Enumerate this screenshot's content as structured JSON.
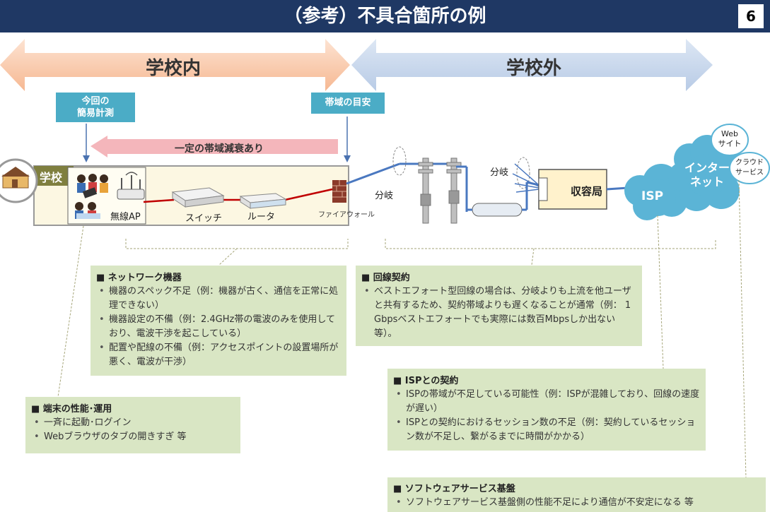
{
  "header": {
    "title": "（参考）不具合箇所の例",
    "page_number": "6"
  },
  "zones": {
    "inside": "学校内",
    "outside": "学校外"
  },
  "tags": {
    "measure": "今回の\n簡易計測",
    "bandwidth": "帯域の目安"
  },
  "attenuation": "一定の帯域減衰あり",
  "school": {
    "label": "学校",
    "ap": "無線AP",
    "switch": "スイッチ",
    "router": "ルータ",
    "firewall": "ファイアウォール"
  },
  "outside": {
    "branch1": "分岐",
    "branch2": "分岐",
    "office": "収容局",
    "isp": "ISP",
    "internet": "インター\nネット",
    "web": "Web\nサイト",
    "cloud": "クラウド\nサービス"
  },
  "boxes": {
    "network": {
      "title": "■ ネットワーク機器",
      "items": [
        "機器のスペック不足（例：機器が古く、通信を正常に処理できない）",
        "機器設定の不備（例：2.4GHz帯の電波のみを使用しており、電波干渉を起こしている）",
        "配置や配線の不備（例：アクセスポイントの設置場所が悪く、電波が干渉）"
      ]
    },
    "line": {
      "title": "■ 回線契約",
      "items": [
        "ベストエフォート型回線の場合は、分岐よりも上流を他ユーザと共有するため、契約帯域よりも遅くなることが通常（例： 1 Gbpsベストエフォートでも実際には数百Mbpsしか出ない等）。"
      ]
    },
    "terminal": {
      "title": "■ 端末の性能･運用",
      "items": [
        "一斉に起動･ログイン",
        "Webブラウザのタブの開きすぎ 等"
      ]
    },
    "isp": {
      "title": "■ ISPとの契約",
      "items": [
        "ISPの帯域が不足している可能性（例：ISPが混雑しており、回線の速度が遅い）",
        "ISPとの契約におけるセッション数の不足（例：契約しているセッション数が不足し、繋がるまでに時間がかかる）"
      ]
    },
    "software": {
      "title": "■ ソフトウェアサービス基盤",
      "items": [
        "ソフトウェアサービス基盤側の性能不足により通信が不安定になる 等"
      ]
    }
  },
  "colors": {
    "navy": "#1f3864",
    "teal": "#4bacc6",
    "green_box": "#d9e6c4",
    "orange_arrow": "#f8cbad",
    "blue_arrow": "#c5d5ea",
    "pink_arrow": "#f4b6bb",
    "cloud": "#5bb4d6"
  }
}
